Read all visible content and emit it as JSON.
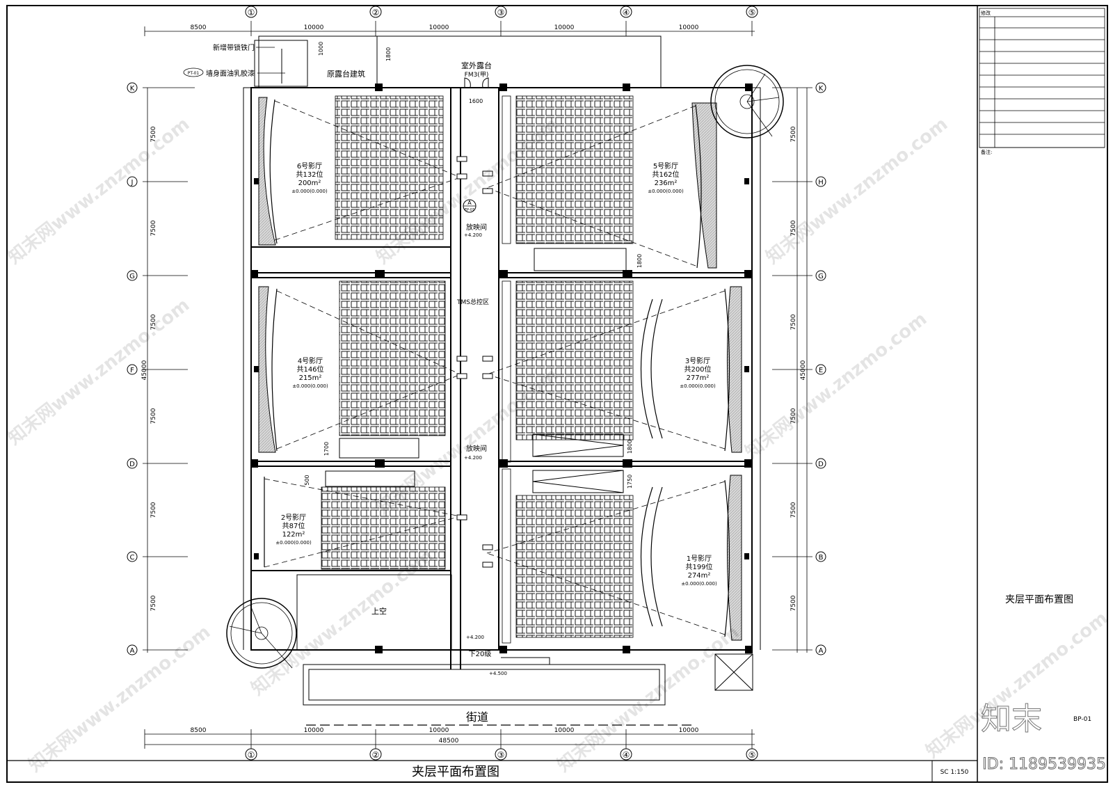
{
  "sheet": {
    "title_bottom": "夹层平面布置图",
    "title_side": "夹层平面布置图",
    "scale": "SC 1:150",
    "sheet_no": "BP-01",
    "revision_label": "修改",
    "notes_label": "备注:"
  },
  "grid": {
    "columns": [
      "①",
      "②",
      "③",
      "④",
      "⑤"
    ],
    "rows_left": [
      "K",
      "J",
      "G",
      "F",
      "D",
      "C",
      "A"
    ],
    "rows_right": [
      "K",
      "H",
      "G",
      "E",
      "D",
      "B",
      "A"
    ]
  },
  "dimensions": {
    "top": [
      "8500",
      "10000",
      "10000",
      "10000",
      "10000"
    ],
    "bottom": [
      "8500",
      "10000",
      "10000",
      "10000",
      "10000"
    ],
    "bottom_total": "48500",
    "left": [
      "7500",
      "7500",
      "7500",
      "7500",
      "7500",
      "7500"
    ],
    "right": [
      "7500",
      "7500",
      "7500",
      "7500",
      "7500",
      "7500"
    ],
    "side_total": "45000",
    "small": [
      "1000",
      "1800",
      "1600",
      "1800",
      "1700",
      "500",
      "1800",
      "1750"
    ]
  },
  "halls": [
    {
      "name": "6号影厅",
      "seats": "共132位",
      "area": "200m²",
      "level": "±0.000(0.000)"
    },
    {
      "name": "5号影厅",
      "seats": "共162位",
      "area": "236m²",
      "level": "±0.000(0.000)"
    },
    {
      "name": "4号影厅",
      "seats": "共146位",
      "area": "215m²",
      "level": "±0.000(0.000)"
    },
    {
      "name": "3号影厅",
      "seats": "共200位",
      "area": "277m²",
      "level": "±0.000(0.000)"
    },
    {
      "name": "2号影厅",
      "seats": "共87位",
      "area": "122m²",
      "level": "±0.000(0.000)"
    },
    {
      "name": "1号影厅",
      "seats": "共199位",
      "area": "274m²",
      "level": "±0.000(0.000)"
    }
  ],
  "labels": {
    "new_door": "新增带锁铁门",
    "pt_tag": "PT-01",
    "wall_paint": "墙身面油乳胶漆",
    "old_terrace": "原露台建筑",
    "outdoor_terrace": "室外露台",
    "door_code": "FM3(甲)",
    "projection_1": "放映间",
    "projection_2": "放映间",
    "tms": "TMS总控区",
    "void": "上空",
    "stairs_down": "下20级",
    "street": "街道",
    "section_a": "A",
    "section_sheet": "EP-07",
    "level_420_a": "+4.200",
    "level_420_b": "+4.200",
    "level_420_c": "+4.200",
    "level_450": "+4.500"
  },
  "watermark": {
    "brand": "知末",
    "site": "知末网www.znzmo.com",
    "id": "ID: 1189539935"
  }
}
